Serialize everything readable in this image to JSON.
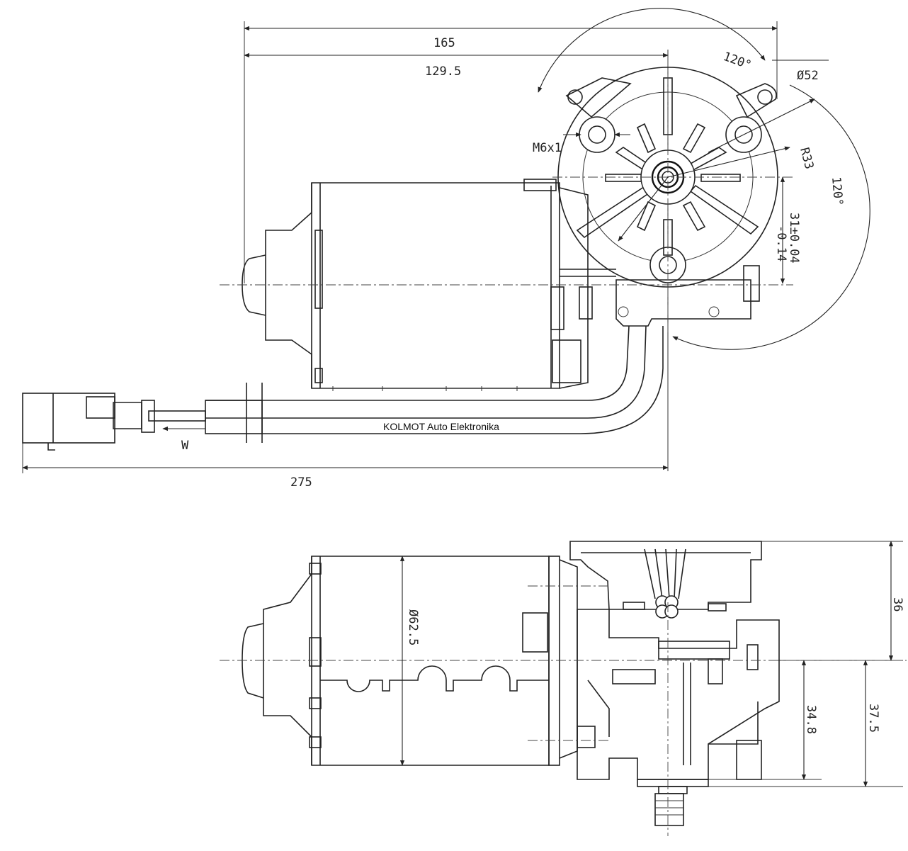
{
  "watermark": "KOLMOT Auto Elektronika",
  "top_view": {
    "dim_overall_width": "165",
    "dim_motor_to_shaft": "129.5",
    "dim_total_length": "275",
    "angle_upper": "120°",
    "angle_right": "120°",
    "dim_bolt_circle": "Ø52",
    "dim_radius": "R33",
    "dim_thread": "M6x1",
    "dim_offset": "31±0.04",
    "dim_offset_tol": "-0.14",
    "label_w": "W"
  },
  "side_view": {
    "dim_motor_diameter": "Ø62.5",
    "dim_height_upper": "36",
    "dim_height_lower_inner": "34.8",
    "dim_height_lower_outer": "37.5"
  }
}
